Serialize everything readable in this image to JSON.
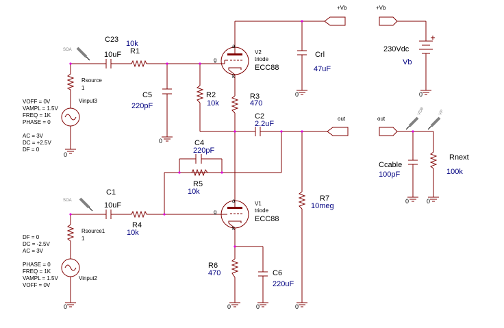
{
  "rails": {
    "vb1": "+Vb",
    "vb2": "+Vb",
    "out1": "out",
    "out2": "out"
  },
  "v2": {
    "ref": "V2",
    "type": "triode",
    "model": "ECC88",
    "grid": "g",
    "anode": "a",
    "cathode": "k"
  },
  "v1": {
    "ref": "V1",
    "type": "triode",
    "model": "ECC88",
    "grid": "g",
    "anode": "a",
    "cathode": "k"
  },
  "c23": {
    "ref": "C23",
    "value": "10uF"
  },
  "r1": {
    "ref": "R1",
    "value": "10k"
  },
  "c5": {
    "ref": "C5",
    "value": "220pF"
  },
  "r2": {
    "ref": "R2",
    "value": "10k"
  },
  "r3": {
    "ref": "R3",
    "value": "470"
  },
  "crl": {
    "ref": "Crl",
    "value": "47uF"
  },
  "c2": {
    "ref": "C2",
    "value": "2.2uF"
  },
  "c4": {
    "ref": "C4",
    "value": "220pF"
  },
  "r5": {
    "ref": "R5",
    "value": "10k"
  },
  "c1": {
    "ref": "C1",
    "value": "10uF"
  },
  "r4": {
    "ref": "R4",
    "value": "10k"
  },
  "r7": {
    "ref": "R7",
    "value": "10meg"
  },
  "r6": {
    "ref": "R6",
    "value": "470"
  },
  "c6": {
    "ref": "C6",
    "value": "220uF"
  },
  "vb": {
    "value": "230Vdc",
    "ref": "Vb"
  },
  "ccable": {
    "ref": "Ccable",
    "value": "100pF"
  },
  "rnext": {
    "ref": "Rnext",
    "value": "100k"
  },
  "rsource": {
    "ref": "Rsource",
    "value": "1"
  },
  "rsource1": {
    "ref": "Rsource1",
    "value": "1"
  },
  "vinput3": {
    "ref": "Vinput3",
    "params": [
      "VOFF = 0V",
      "VAMPL = 1.5V",
      "FREQ = 1K",
      "PHASE = 0",
      "",
      "AC = 3V",
      "DC = +2.5V",
      "DF = 0"
    ]
  },
  "vinput2": {
    "ref": "Vinput2",
    "params": [
      "DF = 0",
      "DC = -2.5V",
      "AC = 3V",
      "",
      "PHASE = 0",
      "FREQ = 1K",
      "VAMPL = 1.5V",
      "VOFF = 0V"
    ]
  },
  "probes": {
    "soa1": "SOA",
    "soa2": "SOA",
    "vdb": "VDB",
    "vp": "VP"
  },
  "ground_label": "0"
}
